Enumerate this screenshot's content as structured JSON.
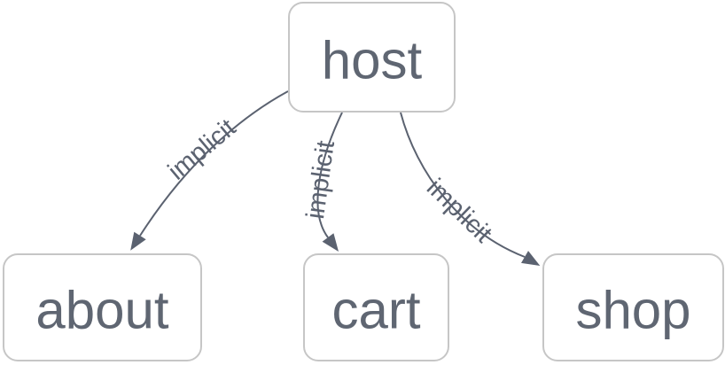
{
  "diagram": {
    "type": "graph",
    "orientation": "top-down",
    "nodes": [
      {
        "id": "host",
        "label": "host"
      },
      {
        "id": "about",
        "label": "about"
      },
      {
        "id": "cart",
        "label": "cart"
      },
      {
        "id": "shop",
        "label": "shop"
      }
    ],
    "edges": [
      {
        "from": "host",
        "to": "about",
        "label": "implicit"
      },
      {
        "from": "host",
        "to": "cart",
        "label": "implicit"
      },
      {
        "from": "host",
        "to": "shop",
        "label": "implicit"
      }
    ],
    "colors": {
      "background": "#ffffff",
      "node_fill": "#ffffff",
      "node_border": "#c6c6c6",
      "node_text": "#5f6672",
      "edge_stroke": "#5b6270",
      "edge_label_text": "#5b6270"
    }
  }
}
